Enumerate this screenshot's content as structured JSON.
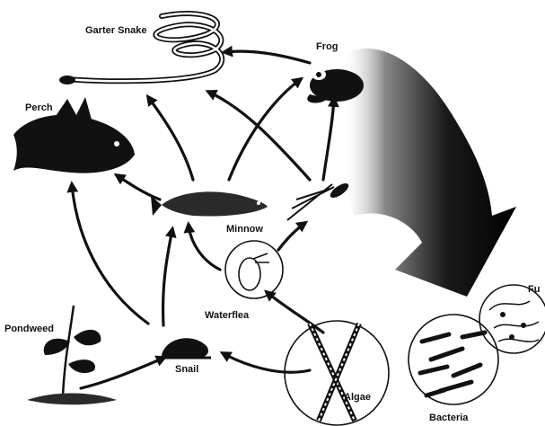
{
  "organisms": {
    "garter_snake": "Garter Snake",
    "frog": "Frog",
    "perch": "Perch",
    "minnow": "Minnow",
    "waterflea": "Waterflea",
    "pondweed": "Pondweed",
    "snail": "Snail",
    "algae": "Algae",
    "bacteria": "Bacteria",
    "fungi": "Fu"
  },
  "colors": {
    "ink": "#111111",
    "background": "#ffffff"
  }
}
